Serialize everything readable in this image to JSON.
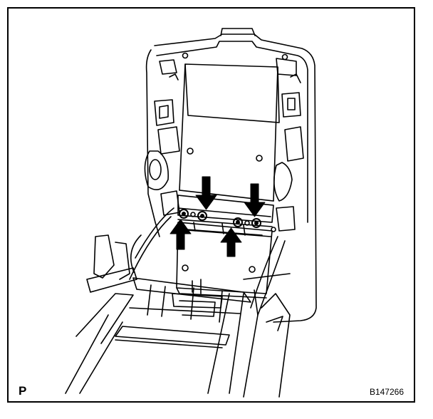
{
  "figure": {
    "view_letter": "P",
    "figure_code": "B147266"
  },
  "callouts": [
    {
      "type": "arrow-down",
      "points_to": "left-upper-screw"
    },
    {
      "type": "arrow-up",
      "points_to": "left-lower-screw"
    },
    {
      "type": "arrow-down",
      "points_to": "right-upper-screw"
    },
    {
      "type": "arrow-up",
      "points_to": "right-lower-screw"
    }
  ],
  "colors": {
    "line": "#000000",
    "background": "#ffffff"
  }
}
